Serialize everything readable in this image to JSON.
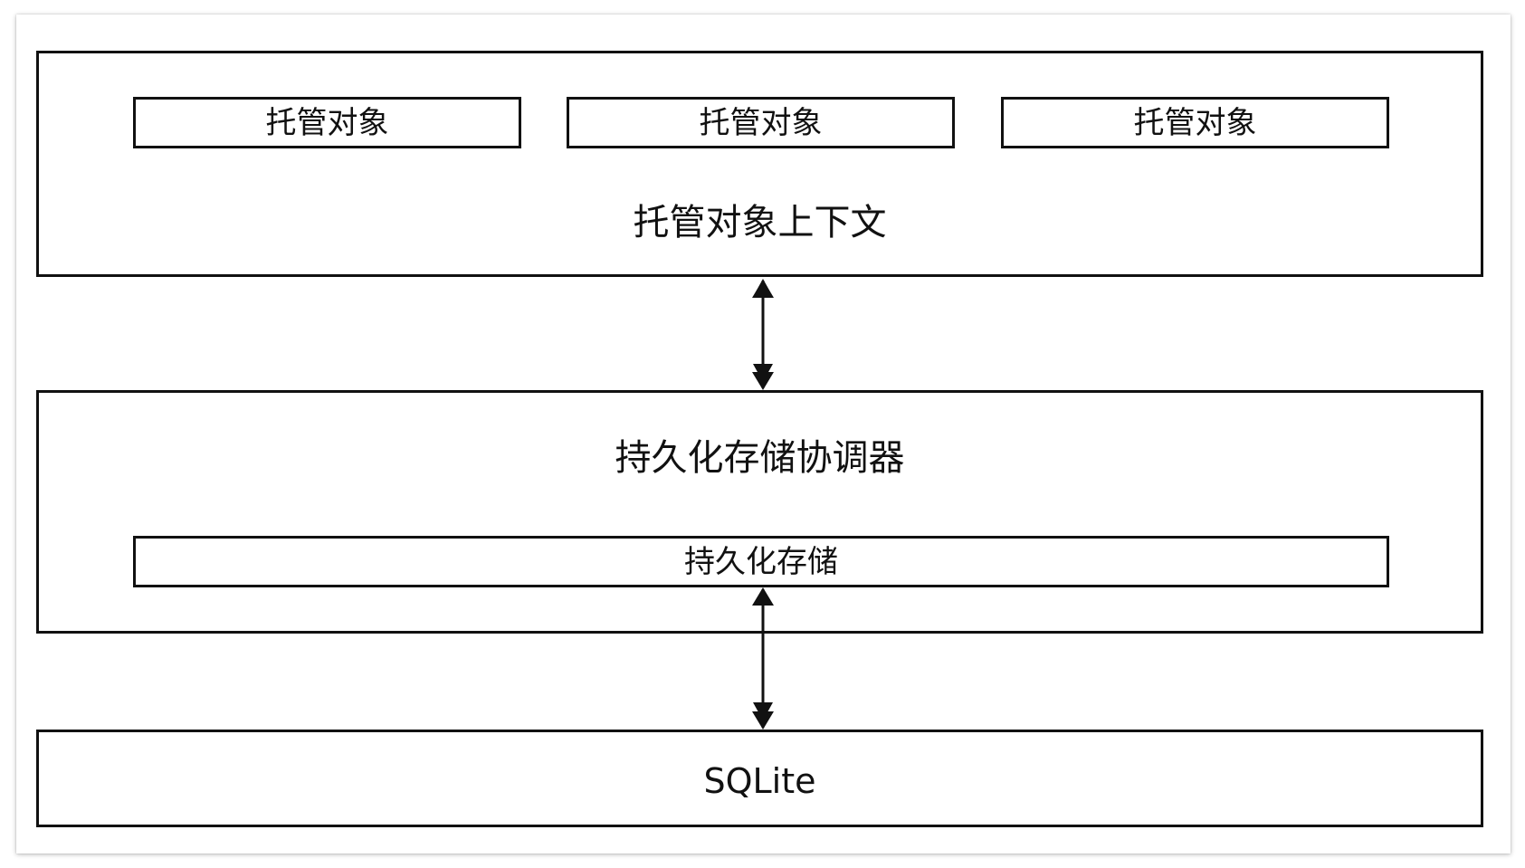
{
  "diagram": {
    "context_layer": {
      "label": "托管对象上下文",
      "managed_objects": [
        {
          "label": "托管对象"
        },
        {
          "label": "托管对象"
        },
        {
          "label": "托管对象"
        }
      ]
    },
    "coordinator_layer": {
      "label": "持久化存储协调器",
      "store": {
        "label": "持久化存储"
      }
    },
    "database_layer": {
      "label": "SQLite"
    }
  }
}
